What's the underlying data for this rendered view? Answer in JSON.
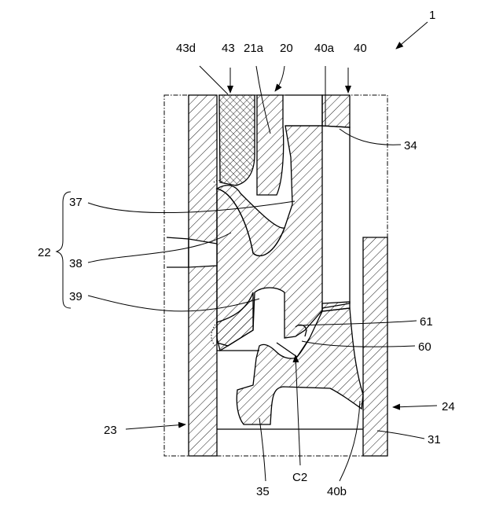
{
  "figure_number": "1",
  "labels": {
    "l43d": "43d",
    "l43": "43",
    "l21a": "21a",
    "l20": "20",
    "l40a": "40a",
    "l40": "40",
    "l34": "34",
    "l37": "37",
    "l22": "22",
    "l38": "38",
    "l39": "39",
    "l61": "61",
    "l60": "60",
    "l24": "24",
    "l23": "23",
    "l31": "31",
    "l35": "35",
    "lC2": "C2",
    "l40b": "40b"
  }
}
